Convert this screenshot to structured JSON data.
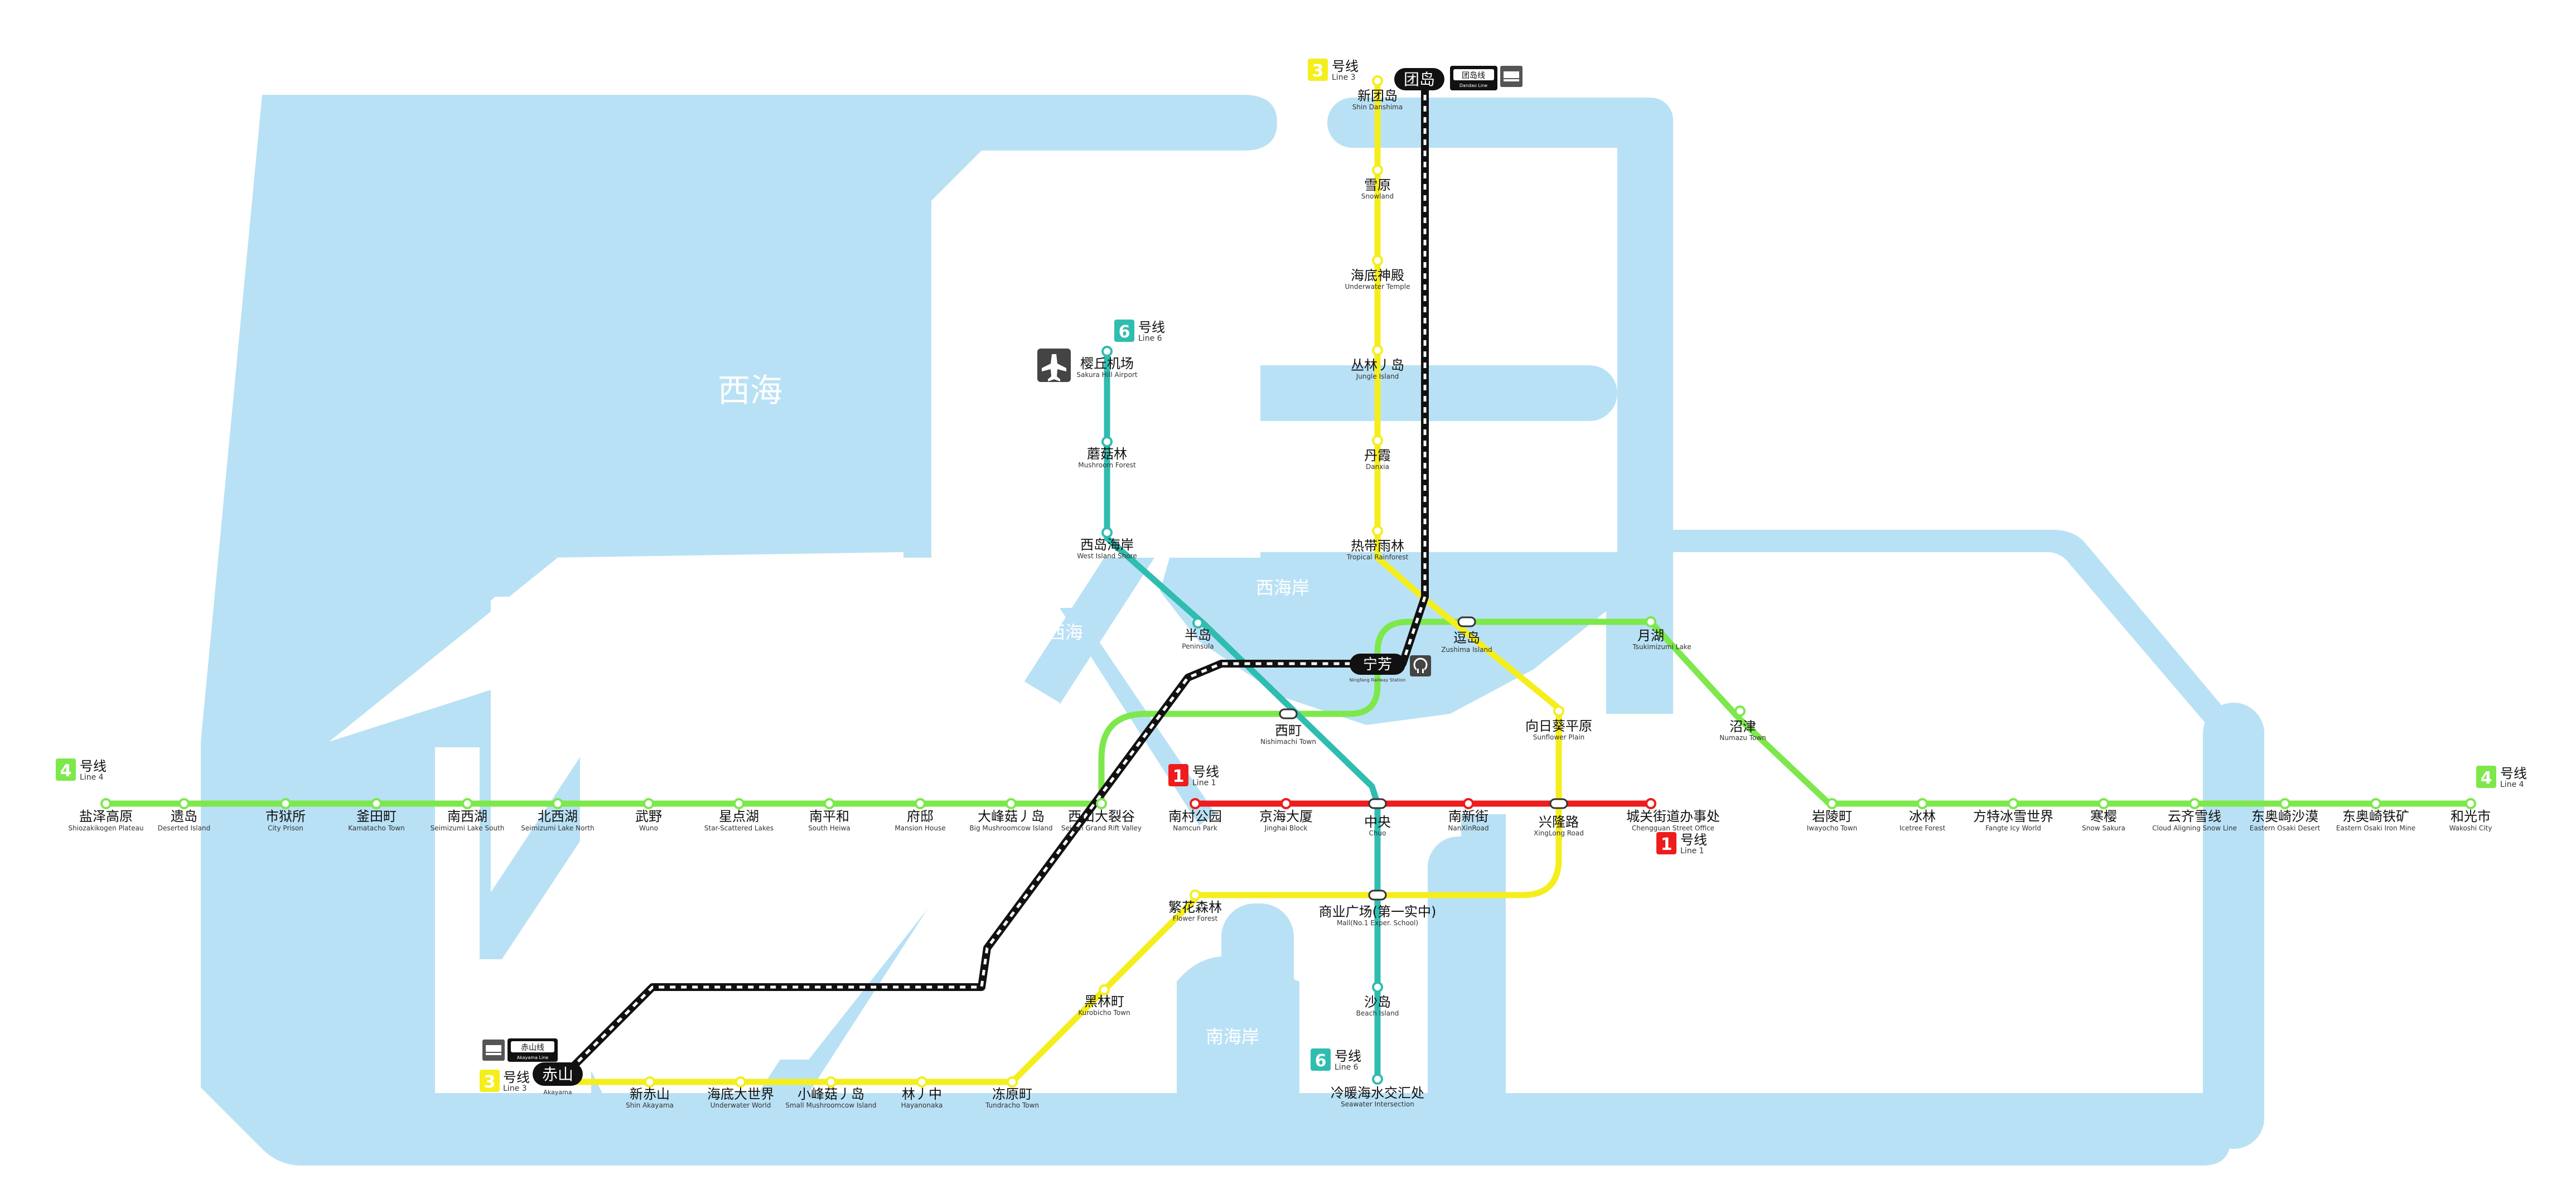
{
  "colors": {
    "water": "#b9e1f5",
    "line1": "#ee1c1c",
    "line3": "#f5ee1d",
    "line4": "#7de84c",
    "line6": "#2fbdb0",
    "rail": "#111111",
    "station_fill": "#ffffff"
  },
  "water_labels": {
    "xihai_big": "西海",
    "xihai_small": "西海",
    "xihaian": "西海岸",
    "nanhaian": "南海岸"
  },
  "line_badges": {
    "line1_a": {
      "num": "1",
      "zh": "号线",
      "en": "Line 1"
    },
    "line1_b": {
      "num": "1",
      "zh": "号线",
      "en": "Line 1"
    },
    "line3_top": {
      "num": "3",
      "zh": "号线",
      "en": "Line 3"
    },
    "line3_bottom": {
      "num": "3",
      "zh": "号线",
      "en": "Line 3"
    },
    "line4_left": {
      "num": "4",
      "zh": "号线",
      "en": "Line 4"
    },
    "line4_right": {
      "num": "4",
      "zh": "号线",
      "en": "Line 4"
    },
    "line6_top": {
      "num": "6",
      "zh": "号线",
      "en": "Line 6"
    },
    "line6_bottom": {
      "num": "6",
      "zh": "号线",
      "en": "Line 6"
    }
  },
  "rail_hubs": {
    "tuandao": {
      "zh": "团岛",
      "tag": "团岛线",
      "tag_en": "Dandao Line"
    },
    "chishan": {
      "zh": "赤山",
      "en": "Akayama",
      "tag": "赤山线",
      "tag_en": "Akayama Line"
    },
    "yukirin": {
      "zh": "宁芳",
      "en": "Ningfang Railway Station"
    }
  },
  "stations": {
    "line4": [
      {
        "zh": "盐泽高原",
        "en": "Shiozakikogen Plateau"
      },
      {
        "zh": "遗岛",
        "en": "Deserted Island"
      },
      {
        "zh": "市狱所",
        "en": "City Prison"
      },
      {
        "zh": "釜田町",
        "en": "Kamatacho Town"
      },
      {
        "zh": "南西湖",
        "en": "Seimizumi Lake South"
      },
      {
        "zh": "北西湖",
        "en": "Seimizumi Lake North"
      },
      {
        "zh": "武野",
        "en": "Wuno"
      },
      {
        "zh": "星点湖",
        "en": "Star-Scattered Lakes"
      },
      {
        "zh": "南平和",
        "en": "South Heiwa"
      },
      {
        "zh": "府邸",
        "en": "Mansion House"
      },
      {
        "zh": "大峰菇丿岛",
        "en": "Big Mushroomcow Island"
      },
      {
        "zh": "西山大裂谷",
        "en": "Seisan Grand Rift Valley"
      },
      {
        "zh": "逗岛",
        "en": "Zushima Island"
      },
      {
        "zh": "月湖",
        "en": "Tsukimizumi Lake"
      },
      {
        "zh": "沼津",
        "en": "Numazu Town"
      },
      {
        "zh": "岩陵町",
        "en": "Iwayocho Town"
      },
      {
        "zh": "冰林",
        "en": "Icetree Forest"
      },
      {
        "zh": "方特冰雪世界",
        "en": "Fangte Icy World"
      },
      {
        "zh": "寒樱",
        "en": "Snow Sakura"
      },
      {
        "zh": "云齐雪线",
        "en": "Cloud Aligning Snow Line"
      },
      {
        "zh": "东奥崎沙漠",
        "en": "Eastern Osaki Desert"
      },
      {
        "zh": "东奥崎铁矿",
        "en": "Eastern Osaki Iron Mine"
      },
      {
        "zh": "和光市",
        "en": "Wakoshi City"
      }
    ],
    "line1": [
      {
        "zh": "南村公园",
        "en": "Namcun Park"
      },
      {
        "zh": "京海大厦",
        "en": "Jinghai Block"
      },
      {
        "zh": "中央",
        "en": "Chuo"
      },
      {
        "zh": "南新街",
        "en": "NanXinRoad"
      },
      {
        "zh": "兴隆路",
        "en": "XingLong Road"
      },
      {
        "zh": "城关街道办事处",
        "en": "Chengguan Street Office"
      }
    ],
    "line3": [
      {
        "zh": "新团岛",
        "en": "Shin Danshima"
      },
      {
        "zh": "雪原",
        "en": "Snowland"
      },
      {
        "zh": "海底神殿",
        "en": "Underwater Temple"
      },
      {
        "zh": "丛林丿岛",
        "en": "Jungle Island"
      },
      {
        "zh": "丹霞",
        "en": "Danxia"
      },
      {
        "zh": "热带雨林",
        "en": "Tropical Rainforest"
      },
      {
        "zh": "向日葵平原",
        "en": "Sunflower Plain"
      },
      {
        "zh": "商业广场(第一实中)",
        "en": "Mall(No.1 Exper. School)"
      },
      {
        "zh": "繁花森林",
        "en": "Flower Forest"
      },
      {
        "zh": "黑林町",
        "en": "Kurobicho Town"
      },
      {
        "zh": "冻原町",
        "en": "Tundracho Town"
      },
      {
        "zh": "林丿中",
        "en": "Hayanonaka"
      },
      {
        "zh": "小峰菇丿岛",
        "en": "Small Mushroomcow Island"
      },
      {
        "zh": "海底大世界",
        "en": "Underwater World"
      },
      {
        "zh": "新赤山",
        "en": "Shin Akayama"
      }
    ],
    "line6": [
      {
        "zh": "樱丘机场",
        "en": "Sakura Hill Airport"
      },
      {
        "zh": "蘑菇林",
        "en": "Mushroom Forest"
      },
      {
        "zh": "西岛海岸",
        "en": "West Island Shore"
      },
      {
        "zh": "半岛",
        "en": "Peninsula"
      },
      {
        "zh": "西町",
        "en": "Nishimachi Town"
      },
      {
        "zh": "沙岛",
        "en": "Beach Island"
      },
      {
        "zh": "冷暖海水交汇处",
        "en": "Seawater Intersection"
      }
    ]
  },
  "icons": {
    "airport": "airplane-icon",
    "train_top": "train-icon",
    "train_bottom": "train-icon",
    "rail_station": "railway-station-icon"
  }
}
